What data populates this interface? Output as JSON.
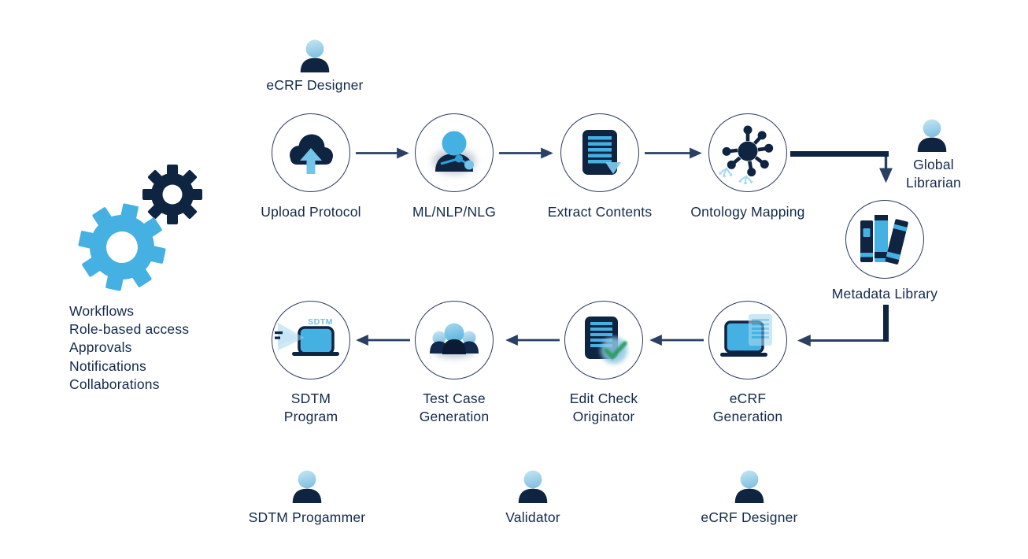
{
  "colors": {
    "navy": "#0e2440",
    "light_blue": "#45b0e2",
    "arrow": "#2b4060",
    "text": "#13294b",
    "check_green": "#2f9e63"
  },
  "capabilities": {
    "items": [
      "Workflows",
      "Role-based access",
      "Approvals",
      "Notifications",
      "Collaborations"
    ]
  },
  "actors": {
    "ecrf_designer_top": {
      "label": "eCRF Designer"
    },
    "global_librarian": {
      "line1": "Global",
      "line2": "Librarian"
    },
    "sdtm_programmer": {
      "label": "SDTM Progammer"
    },
    "validator": {
      "label": "Validator"
    },
    "ecrf_designer_bottom": {
      "label": "eCRF Designer"
    }
  },
  "nodes": {
    "upload_protocol": {
      "label": "Upload Protocol"
    },
    "ml_nlp_nlg": {
      "label": "ML/NLP/NLG"
    },
    "extract_contents": {
      "label": "Extract Contents"
    },
    "ontology_mapping": {
      "label": "Ontology Mapping"
    },
    "metadata_library": {
      "label": "Metadata Library"
    },
    "ecrf_generation": {
      "line1": "eCRF",
      "line2": "Generation"
    },
    "edit_check_originator": {
      "line1": "Edit Check",
      "line2": "Originator"
    },
    "test_case_generation": {
      "line1": "Test Case",
      "line2": "Generation"
    },
    "sdtm_program": {
      "line1": "SDTM",
      "line2": "Program",
      "screen_text": "SDTM"
    }
  }
}
